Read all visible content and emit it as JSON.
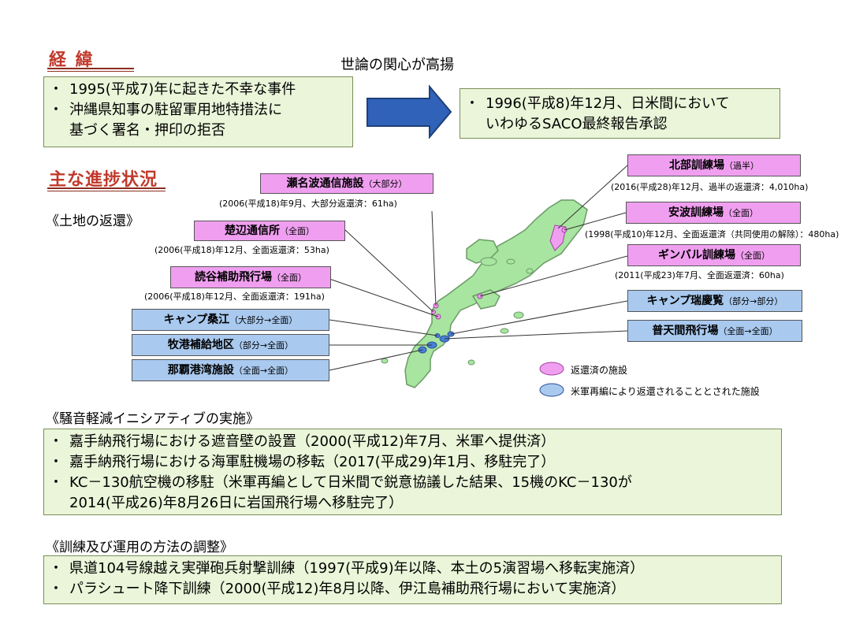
{
  "headings": {
    "background": "経 緯",
    "progress": "主な進捗状況"
  },
  "flow": {
    "caption": "世論の関心が高揚",
    "left_items": [
      "1995(平成7)年に起きた不幸な事件",
      "沖縄県知事の駐留軍用地特措法に",
      "基づく署名・押印の拒否"
    ],
    "right_items": [
      "1996(平成8)年12月、日米間において",
      "いわゆるSACO最終報告承認"
    ]
  },
  "land": {
    "title": "《土地の返還》",
    "returned": [
      {
        "name": "瀬名波通信施設",
        "scope": "（大部分）",
        "note": "(2006(平成18)年9月、大部分返還済：61ha)"
      },
      {
        "name": "楚辺通信所",
        "scope": "（全面）",
        "note": "(2006(平成18)年12月、全面返還済：53ha)"
      },
      {
        "name": "読谷補助飛行場",
        "scope": "（全面）",
        "note": "(2006(平成18)年12月、全面返還済：191ha)"
      },
      {
        "name": "北部訓練場",
        "scope": "（過半）",
        "note": "(2016(平成28)年12月、過半の返還済：4,010ha)"
      },
      {
        "name": "安波訓練場",
        "scope": "（全面）",
        "note": "(1998(平成10)年12月、全面返還済（共同使用の解除）：480ha)"
      },
      {
        "name": "ギンバル訓練場",
        "scope": "（全面）",
        "note": "(2011(平成23)年7月、全面返還済：60ha)"
      }
    ],
    "realignment": [
      {
        "name": "キャンプ桑江",
        "scope": "（大部分→全面）"
      },
      {
        "name": "牧港補給地区",
        "scope": "（部分→全面）"
      },
      {
        "name": "那覇港湾施設",
        "scope": "（全面→全面）"
      },
      {
        "name": "キャンプ瑞慶覧",
        "scope": "（部分→部分）"
      },
      {
        "name": "普天間飛行場",
        "scope": "（全面→全面）"
      }
    ],
    "legend": {
      "returned": "返還済の施設",
      "realignment": "米軍再編により返還されることとされた施設"
    },
    "colors": {
      "returned": "#f09ff0",
      "realignment": "#a9c9ef",
      "land": "#a8e5a0"
    }
  },
  "noise": {
    "title": "《騒音軽減イニシアティブの実施》",
    "items": [
      "嘉手納飛行場における遮音壁の設置（2000(平成12)年7月、米軍へ提供済）",
      "嘉手納飛行場における海軍駐機場の移転（2017(平成29)年1月、移駐完了）",
      "KC－130航空機の移駐（米軍再編として日米間で鋭意協議した結果、15機のKC－130が",
      "2014(平成26)年8月26日に岩国飛行場へ移駐完了）"
    ]
  },
  "training": {
    "title": "《訓練及び運用の方法の調整》",
    "items": [
      "県道104号線越え実弾砲兵射撃訓練（1997(平成9)年以降、本土の5演習場へ移転実施済）",
      "パラシュート降下訓練（2000(平成12)年8月以降、伊江島補助飛行場において実施済）"
    ]
  },
  "bullet": "・"
}
